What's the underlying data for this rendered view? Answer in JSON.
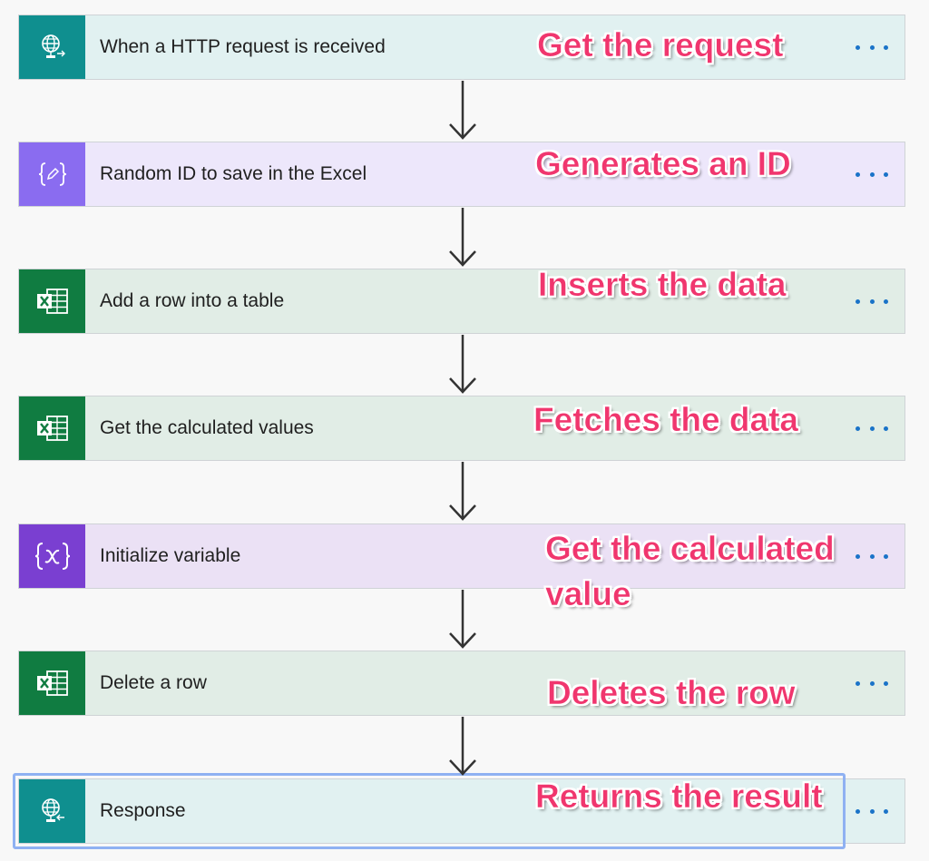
{
  "steps": [
    {
      "title": "When a HTTP request is received",
      "annotation": "Get the request",
      "icon": "http-request-globe-icon",
      "icon_bg": "#0f8f8f",
      "card_bg": "#e1f1f1"
    },
    {
      "title": "Random ID to save in the Excel",
      "annotation": "Generates an ID",
      "icon": "compose-braces-pencil-icon",
      "icon_bg": "#8a6cf0",
      "card_bg": "#ede7fb"
    },
    {
      "title": "Add a row into a table",
      "annotation": "Inserts the data",
      "icon": "excel-icon",
      "icon_bg": "#107c41",
      "card_bg": "#e1ede6"
    },
    {
      "title": "Get the calculated values",
      "annotation": "Fetches the data",
      "icon": "excel-icon",
      "icon_bg": "#107c41",
      "card_bg": "#e1ede6"
    },
    {
      "title": "Initialize variable",
      "annotation": "Get the calculated value",
      "icon": "variable-x-icon",
      "icon_bg": "#7a3fd1",
      "card_bg": "#ebe1f5"
    },
    {
      "title": "Delete a row",
      "annotation": "Deletes the row",
      "icon": "excel-icon",
      "icon_bg": "#107c41",
      "card_bg": "#e1ede6"
    },
    {
      "title": "Response",
      "annotation": "Returns the result",
      "icon": "http-response-globe-icon",
      "icon_bg": "#0f8f8f",
      "card_bg": "#e1f1f1"
    }
  ],
  "colors": {
    "annotation_text": "#f0366e",
    "more_dots": "#1a73c8",
    "arrow": "#333333",
    "selected_outline": "#8fb1f2"
  },
  "selected_step": "Response"
}
